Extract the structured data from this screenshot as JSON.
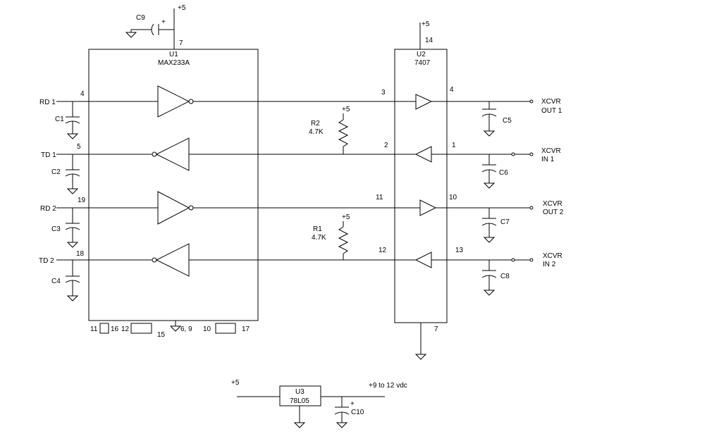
{
  "power": {
    "plus5": "+5"
  },
  "u1": {
    "ref": "U1",
    "part": "MAX233A"
  },
  "u2": {
    "ref": "U2",
    "part": "7407"
  },
  "u3": {
    "ref": "U3",
    "part": "78L05"
  },
  "signals": {
    "rd1": "RD 1",
    "td1": "TD 1",
    "rd2": "RD 2",
    "td2": "TD 2",
    "xcvr": "XCVR",
    "out1": "OUT 1",
    "in1": "IN 1",
    "out2": "OUT 2",
    "in2": "IN 2",
    "supply_in": "+9 to 12 vdc"
  },
  "caps": {
    "c1": "C1",
    "c2": "C2",
    "c3": "C3",
    "c4": "C4",
    "c5": "C5",
    "c6": "C6",
    "c7": "C7",
    "c8": "C8",
    "c9": "C9",
    "c10": "C10",
    "plus": "+"
  },
  "resistors": {
    "r1": "R1",
    "r2": "R2",
    "value": "4.7K"
  },
  "pins_u1": {
    "p7": "7",
    "p4": "4",
    "p5": "5",
    "p19": "19",
    "p18": "18",
    "p11": "11",
    "p16": "16",
    "p12": "12",
    "p15": "15",
    "p6_9": "6, 9",
    "p10": "10",
    "p17": "17"
  },
  "pins_u2": {
    "p14": "14",
    "p3": "3",
    "p4": "4",
    "p2": "2",
    "p1": "1",
    "p11": "11",
    "p10": "10",
    "p12": "12",
    "p13": "13",
    "p7": "7"
  }
}
